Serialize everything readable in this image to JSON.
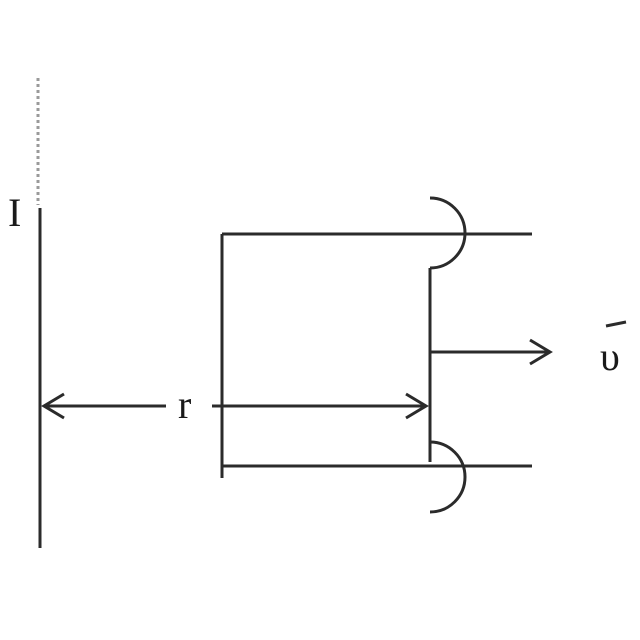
{
  "labels": {
    "current": "I",
    "distance": "r",
    "velocity": "υ"
  }
}
